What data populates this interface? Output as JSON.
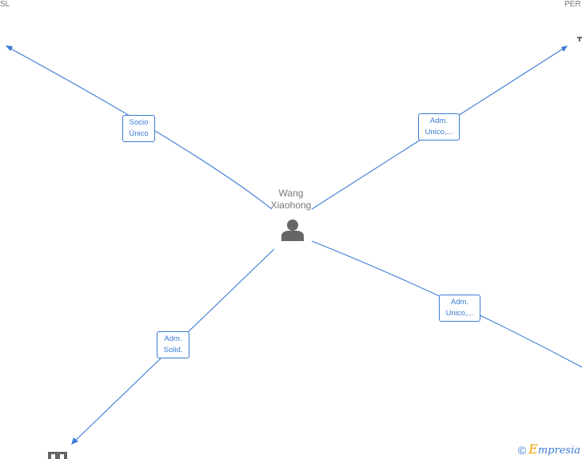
{
  "center_node": {
    "name_line1": "Wang",
    "name_line2": "Xiaohong",
    "icon": "person-icon"
  },
  "clipped_labels": {
    "top_left": "SL",
    "top_right": "PER"
  },
  "edge_labels": {
    "socio_unico": {
      "line1": "Socio",
      "line2": "Único"
    },
    "adm_unico_top": {
      "line1": "Adm.",
      "line2": "Unico,..."
    },
    "adm_unico_bottom": {
      "line1": "Adm.",
      "line2": "Unico,..."
    },
    "adm_solid": {
      "line1": "Adm.",
      "line2": "Solid."
    }
  },
  "watermark": {
    "copyright_symbol": "©",
    "brand_initial": "E",
    "brand_rest": "mpresia"
  },
  "colors": {
    "edge": "#3a7bd5",
    "node_text": "#777777",
    "icon": "#666666",
    "brand_accent": "#f0a30a"
  }
}
